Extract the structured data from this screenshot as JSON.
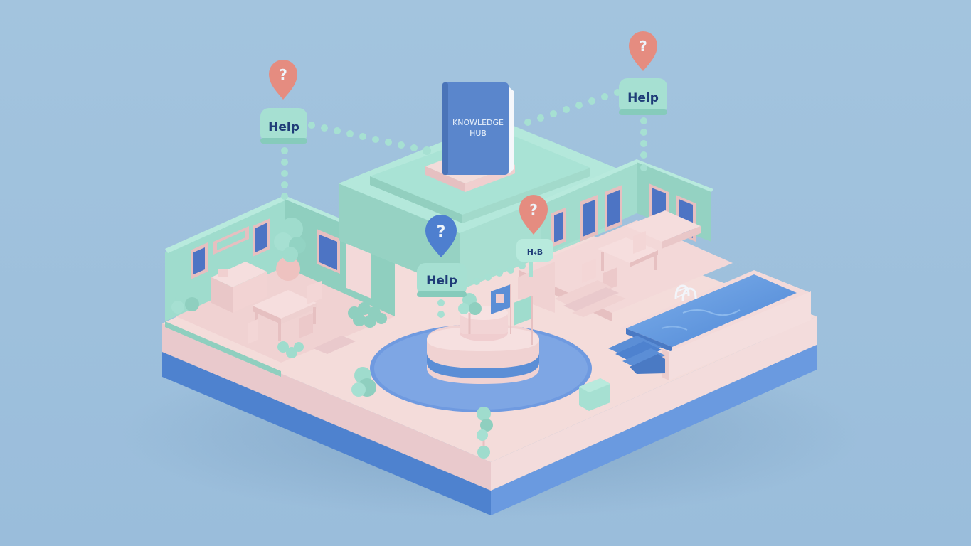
{
  "scene": {
    "title": "Isometric help-center campus illustration",
    "background_color": "#9dc0dc",
    "palette": {
      "mint": "#a6e0d2",
      "mint_dark": "#86cbbb",
      "pink": "#f2d6d6",
      "pink_dark": "#e6bfc0",
      "blue_base": "#5b8ed6",
      "blue_base_dark": "#4a7ac4",
      "pool_water": "#5d96e0",
      "coral_pin": "#e58c80",
      "blue_pin": "#4e7fcf",
      "label_text": "#1f3c78"
    }
  },
  "book": {
    "line1": "KNOWLEDGE",
    "line2": "HUB"
  },
  "help_bubbles": [
    {
      "id": "top-left",
      "label": "Help",
      "pin_color": "coral",
      "pin_glyph": "?"
    },
    {
      "id": "top-right",
      "label": "Help",
      "pin_color": "coral",
      "pin_glyph": "?"
    },
    {
      "id": "center",
      "label": "Help",
      "pin_color": "blue",
      "pin_glyph": "?"
    },
    {
      "id": "center-right",
      "label": "H₄B",
      "pin_color": "coral",
      "pin_glyph": "?"
    }
  ],
  "areas": [
    {
      "name": "dining-room",
      "items": [
        "cabinet",
        "dining-table",
        "chairs",
        "potted-tree",
        "windows",
        "door"
      ]
    },
    {
      "name": "central-building",
      "items": [
        "knowledge-hub-book",
        "pedestal"
      ]
    },
    {
      "name": "reception-plaza",
      "items": [
        "curved-reception-desk",
        "signboards",
        "round-blue-rug",
        "trees"
      ]
    },
    {
      "name": "terrace",
      "items": [
        "tables",
        "chairs",
        "stairs",
        "windows"
      ]
    },
    {
      "name": "pool",
      "items": [
        "pool-ladder",
        "pool-steps",
        "water"
      ]
    }
  ]
}
